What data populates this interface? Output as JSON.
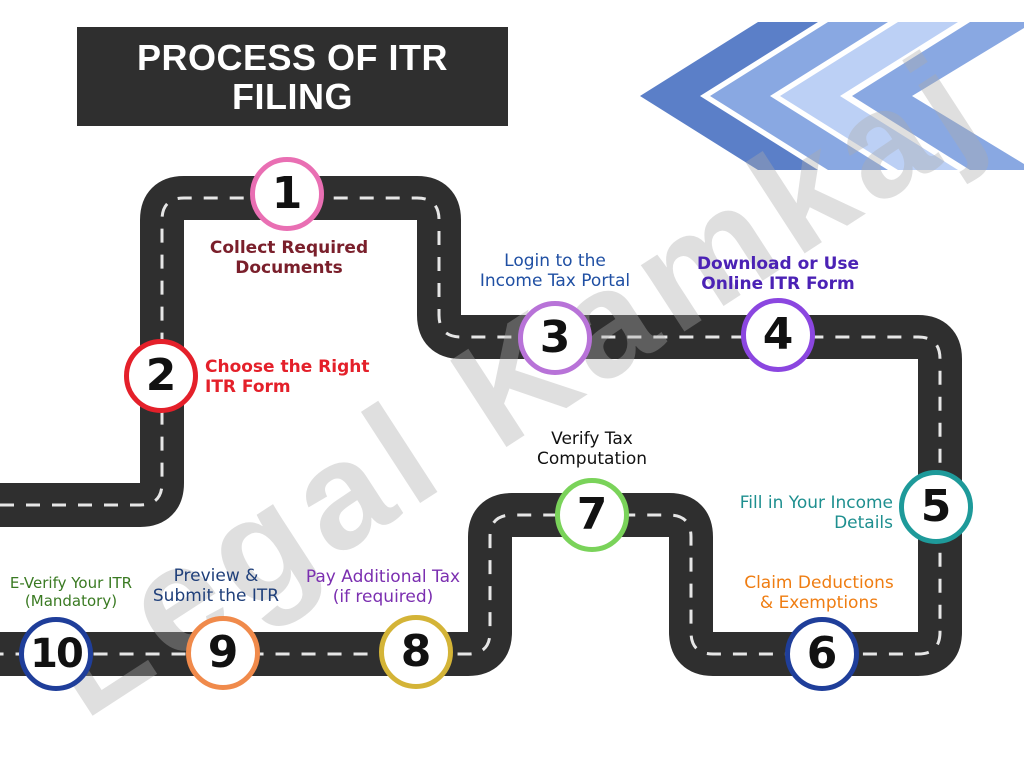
{
  "title": "PROCESS OF ITR FILING",
  "watermark": "Legal Kamkaj",
  "colors": {
    "road": "#2f2f2f",
    "road_dash": "#e6e6e6",
    "chevrons": [
      "#2f55a6",
      "#5b7fc8",
      "#89a8e2",
      "#bcd0f5"
    ]
  },
  "steps": [
    {
      "number": "1",
      "label_lines": [
        "Collect Required",
        "Documents"
      ],
      "ring_color": "#e96fb3",
      "label_color": "#7a1f2b"
    },
    {
      "number": "2",
      "label_lines": [
        "Choose the Right",
        "ITR Form"
      ],
      "ring_color": "#e4202a",
      "label_color": "#e4202a"
    },
    {
      "number": "3",
      "label_lines": [
        "Login to the",
        "Income Tax Portal"
      ],
      "ring_color": "#b873d8",
      "label_color": "#1f4fa3"
    },
    {
      "number": "4",
      "label_lines": [
        "Download or Use",
        "Online ITR Form"
      ],
      "ring_color": "#8b46e0",
      "label_color": "#4b22b5"
    },
    {
      "number": "5",
      "label_lines": [
        "Fill in Your Income",
        "Details"
      ],
      "ring_color": "#1e9a9a",
      "label_color": "#1e8f8f"
    },
    {
      "number": "6",
      "label_lines": [
        "Claim Deductions",
        "& Exemptions"
      ],
      "ring_color": "#1f3e9a",
      "label_color": "#ef7d12"
    },
    {
      "number": "7",
      "label_lines": [
        "Verify Tax",
        "Computation"
      ],
      "ring_color": "#7ad35a",
      "label_color": "#111111"
    },
    {
      "number": "8",
      "label_lines": [
        "Pay Additional Tax",
        "(if required)"
      ],
      "ring_color": "#d4b437",
      "label_color": "#7b2fb0"
    },
    {
      "number": "9",
      "label_lines": [
        "Preview &",
        "Submit the ITR"
      ],
      "ring_color": "#f08a4b",
      "label_color": "#1f3f7a"
    },
    {
      "number": "10",
      "label_lines": [
        "E-Verify Your ITR",
        "(Mandatory)"
      ],
      "ring_color": "#1f3e9a",
      "label_color": "#3a7a22"
    }
  ]
}
